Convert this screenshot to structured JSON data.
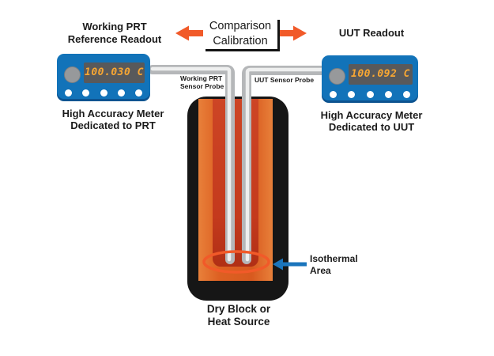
{
  "title_labels": {
    "left_readout": [
      "Working PRT",
      "Reference Readout"
    ],
    "right_readout": "UUT Readout",
    "comparison": [
      "Comparison",
      "Calibration"
    ]
  },
  "meters": {
    "left": {
      "display_value": "100.030 C",
      "caption": [
        "High Accuracy Meter",
        "Dedicated to PRT"
      ]
    },
    "right": {
      "display_value": "100.092 C",
      "caption": [
        "High Accuracy Meter",
        "Dedicated to UUT"
      ]
    }
  },
  "probes": {
    "left_label": [
      "Working PRT",
      "Sensor Probe"
    ],
    "right_label": "UUT Sensor Probe"
  },
  "heat_source": {
    "label": [
      "Dry Block or",
      "Heat Source"
    ],
    "isothermal_label": [
      "Isothermal",
      "Area"
    ]
  },
  "colors": {
    "meter_blue": "#1273b9",
    "display_bg": "#58595b",
    "digit_amber": "#f8a733",
    "arrow_orange": "#f15a29",
    "arrow_blue": "#1b75bc",
    "block_black": "#161616",
    "block_orange": "#dd6022",
    "well_red": "#c43a1d",
    "tube_gray": "#b5b7b9",
    "tube_highlight": "#eeefef"
  }
}
